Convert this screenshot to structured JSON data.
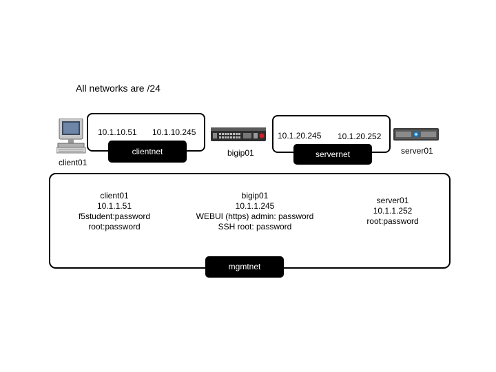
{
  "note": "All networks are /24",
  "clientnet": {
    "label": "clientnet",
    "ip_left": "10.1.10.51",
    "ip_right": "10.1.10.245"
  },
  "servernet": {
    "label": "servernet",
    "ip_left": "10.1.20.245",
    "ip_right": "10.1.20.252"
  },
  "mgmtnet": {
    "label": "mgmtnet"
  },
  "devices": {
    "client": {
      "label": "client01",
      "icon": "desktop-computer-icon"
    },
    "bigip": {
      "label": "bigip01",
      "icon": "network-appliance-icon",
      "accent": "#d0202a"
    },
    "server": {
      "label": "server01",
      "icon": "rack-server-icon",
      "accent": "#2a8fd8"
    }
  },
  "mgmt_info": {
    "client": [
      "client01",
      "10.1.1.51",
      "f5student:password",
      "root:password"
    ],
    "bigip": [
      "bigip01",
      "10.1.1.245",
      "WEBUI (https) admin: password",
      "SSH root: password"
    ],
    "server": [
      "server01",
      "10.1.1.252",
      "root:password"
    ]
  }
}
